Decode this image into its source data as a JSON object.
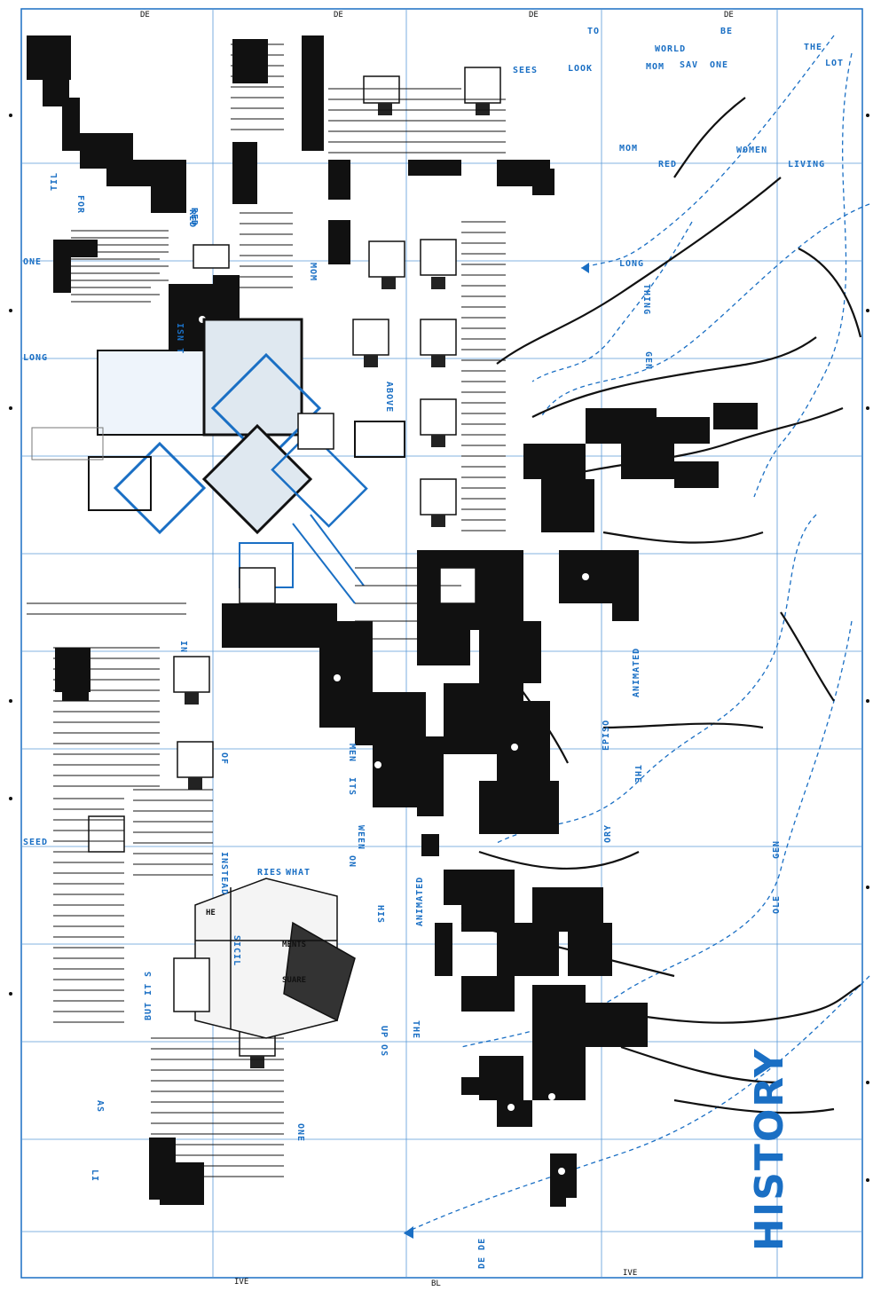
{
  "frame": {
    "top_marks": [
      "DE",
      "DE",
      "DE",
      "DE"
    ],
    "bottom_marks": [
      "IVE",
      "IVE"
    ],
    "bottom_center": "BL"
  },
  "title": "HISTORY",
  "labels": [
    {
      "text": "TO"
    },
    {
      "text": "BE"
    },
    {
      "text": "THE"
    },
    {
      "text": "SEES"
    },
    {
      "text": "LOOK"
    },
    {
      "text": "WORLD"
    },
    {
      "text": "MOM"
    },
    {
      "text": "SAV"
    },
    {
      "text": "ONE"
    },
    {
      "text": "LOT"
    },
    {
      "text": "TIL"
    },
    {
      "text": "FOR"
    },
    {
      "text": "RED"
    },
    {
      "text": "ONE"
    },
    {
      "text": "LONG"
    },
    {
      "text": "MOM"
    },
    {
      "text": "RED"
    },
    {
      "text": "WOMEN"
    },
    {
      "text": "LIVING"
    },
    {
      "text": "MOM"
    },
    {
      "text": "LONG"
    },
    {
      "text": "THING"
    },
    {
      "text": "GEN"
    },
    {
      "text": "ABOVE"
    },
    {
      "text": "ISN T"
    },
    {
      "text": "IN"
    },
    {
      "text": "OF"
    },
    {
      "text": "ANIMATED"
    },
    {
      "text": "EPISO"
    },
    {
      "text": "THE"
    },
    {
      "text": "ITS"
    },
    {
      "text": "MEN"
    },
    {
      "text": "ON"
    },
    {
      "text": "WEEN"
    },
    {
      "text": "HIS"
    },
    {
      "text": "INSTEAD"
    },
    {
      "text": "RIES"
    },
    {
      "text": "WHAT"
    },
    {
      "text": "BUT IT S"
    },
    {
      "text": "THE"
    },
    {
      "text": "UP OS"
    },
    {
      "text": "ANIMATED"
    },
    {
      "text": "ORY"
    },
    {
      "text": "SEED"
    },
    {
      "text": "LI"
    },
    {
      "text": "ONE"
    },
    {
      "text": "AS"
    },
    {
      "text": "OLE"
    },
    {
      "text": "GEN"
    },
    {
      "text": "RED"
    },
    {
      "text": "HE"
    },
    {
      "text": "SUARE"
    },
    {
      "text": "MENTS"
    },
    {
      "text": "SICIL"
    },
    {
      "text": "DE DE"
    }
  ],
  "colors": {
    "accent": "#1a6fc4",
    "ink": "#111111",
    "paper": "#ffffff"
  }
}
